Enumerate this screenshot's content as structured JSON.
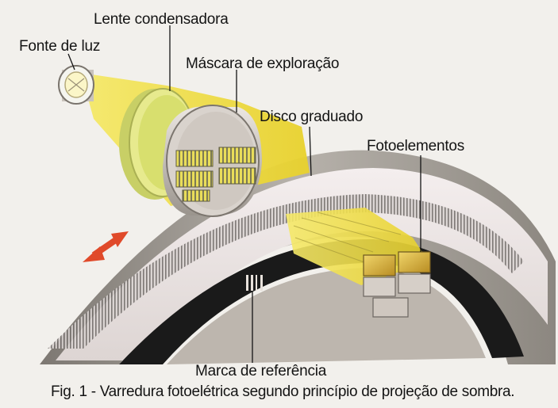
{
  "labels": {
    "light_source": "Fonte de luz",
    "condenser_lens": "Lente condensadora",
    "scanning_mask": "Máscara de exploração",
    "graduated_disc": "Disco graduado",
    "photoelements": "Fotoelementos",
    "reference_mark": "Marca de referência"
  },
  "caption": "Fig. 1 - Varredura fotoelétrica segundo princípio de projeção de sombra.",
  "colors": {
    "background": "#f2f0ec",
    "light_beam": "#f1dd3a",
    "lens_green": "#cfd572",
    "mask_grey": "#8f8a86",
    "disc_top": "#ece6e4",
    "disc_edge": "#a8a39c",
    "disc_dark_band": "#1a1a1a",
    "arrow_red": "#e04a2a",
    "photoelement_gold": "#d9b03a"
  }
}
